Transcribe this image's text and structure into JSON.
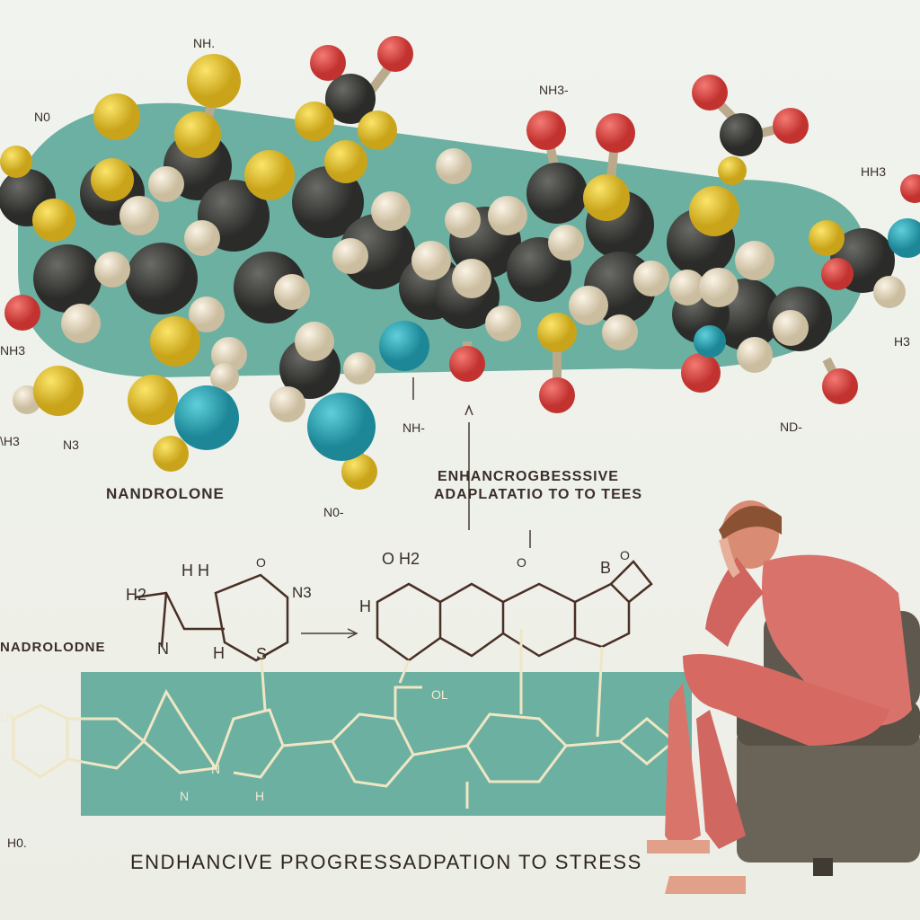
{
  "labels": {
    "nh_top": "NH.",
    "n0_left": "N0",
    "nh3_top": "NH3-",
    "hh3_right": "HH3",
    "h3_right": "H3",
    "nh3_left": "NH3",
    "h3_left": "\\H3",
    "n3_left": "N3",
    "nh_mid": "NH-",
    "nd_right": "ND-",
    "n0_mid": "N0-",
    "h0_bottom": "H0.",
    "h2": "H2",
    "hh": "H H",
    "h": "H",
    "o": "O",
    "n3": "N3",
    "s": "S",
    "n": "N",
    "oh2": "O H2",
    "b": "B",
    "ol": "OL",
    "nh_lower": "NH"
  },
  "titles": {
    "nandrolone_upper": "NANDROLONE",
    "nandrolone_lower": "NADROLODNE",
    "middle_line1": "ENHANCROGBESSSIVE",
    "middle_line2": "ADAPLATATIO TO TO TEES",
    "bottom": "ENDHANCIVE PROGRESSADPATION TO STRESS"
  },
  "colors": {
    "teal_band": "#5da89a",
    "carbon": "#3a3b38",
    "hydrogen": "#e8dcc4",
    "sulfur": "#e6c530",
    "oxygen": "#e04a48",
    "nitrogen": "#2fa6b6",
    "muscle": "#d9726a",
    "couch": "#5e584e"
  }
}
